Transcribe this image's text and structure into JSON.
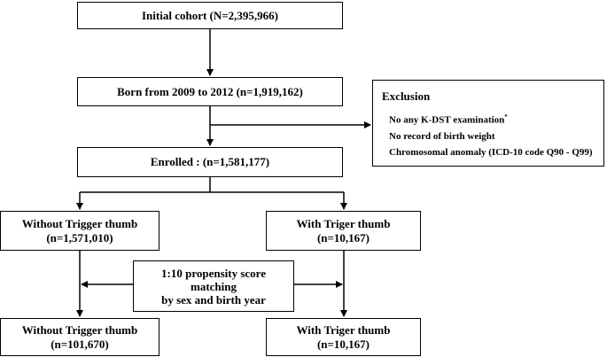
{
  "initial": "Initial cohort (N=2,395,966)",
  "born": "Born from 2009 to 2012 (n=1,919,162)",
  "exclusion": {
    "title": "Exclusion",
    "items": [
      "No any K-DST examination",
      "No record of  birth weight",
      "Chromosomal anomaly (ICD-10 code Q90 - Q99)"
    ],
    "item1_mark": "*"
  },
  "enrolled": "Enrolled : (n=1,581,177)",
  "without": {
    "label": "Without Trigger thumb",
    "n": "(n=1,571,010)"
  },
  "with": {
    "label": "With Triger thumb",
    "n": "(n=10,167)"
  },
  "matching": [
    "1:10 propensity score",
    "matching",
    "by sex and birth year"
  ],
  "without_matched": {
    "label": "Without Trigger thumb",
    "n": "(n=101,670)"
  },
  "with_matched": {
    "label": "With Triger thumb",
    "n": "(n=10,167)"
  }
}
